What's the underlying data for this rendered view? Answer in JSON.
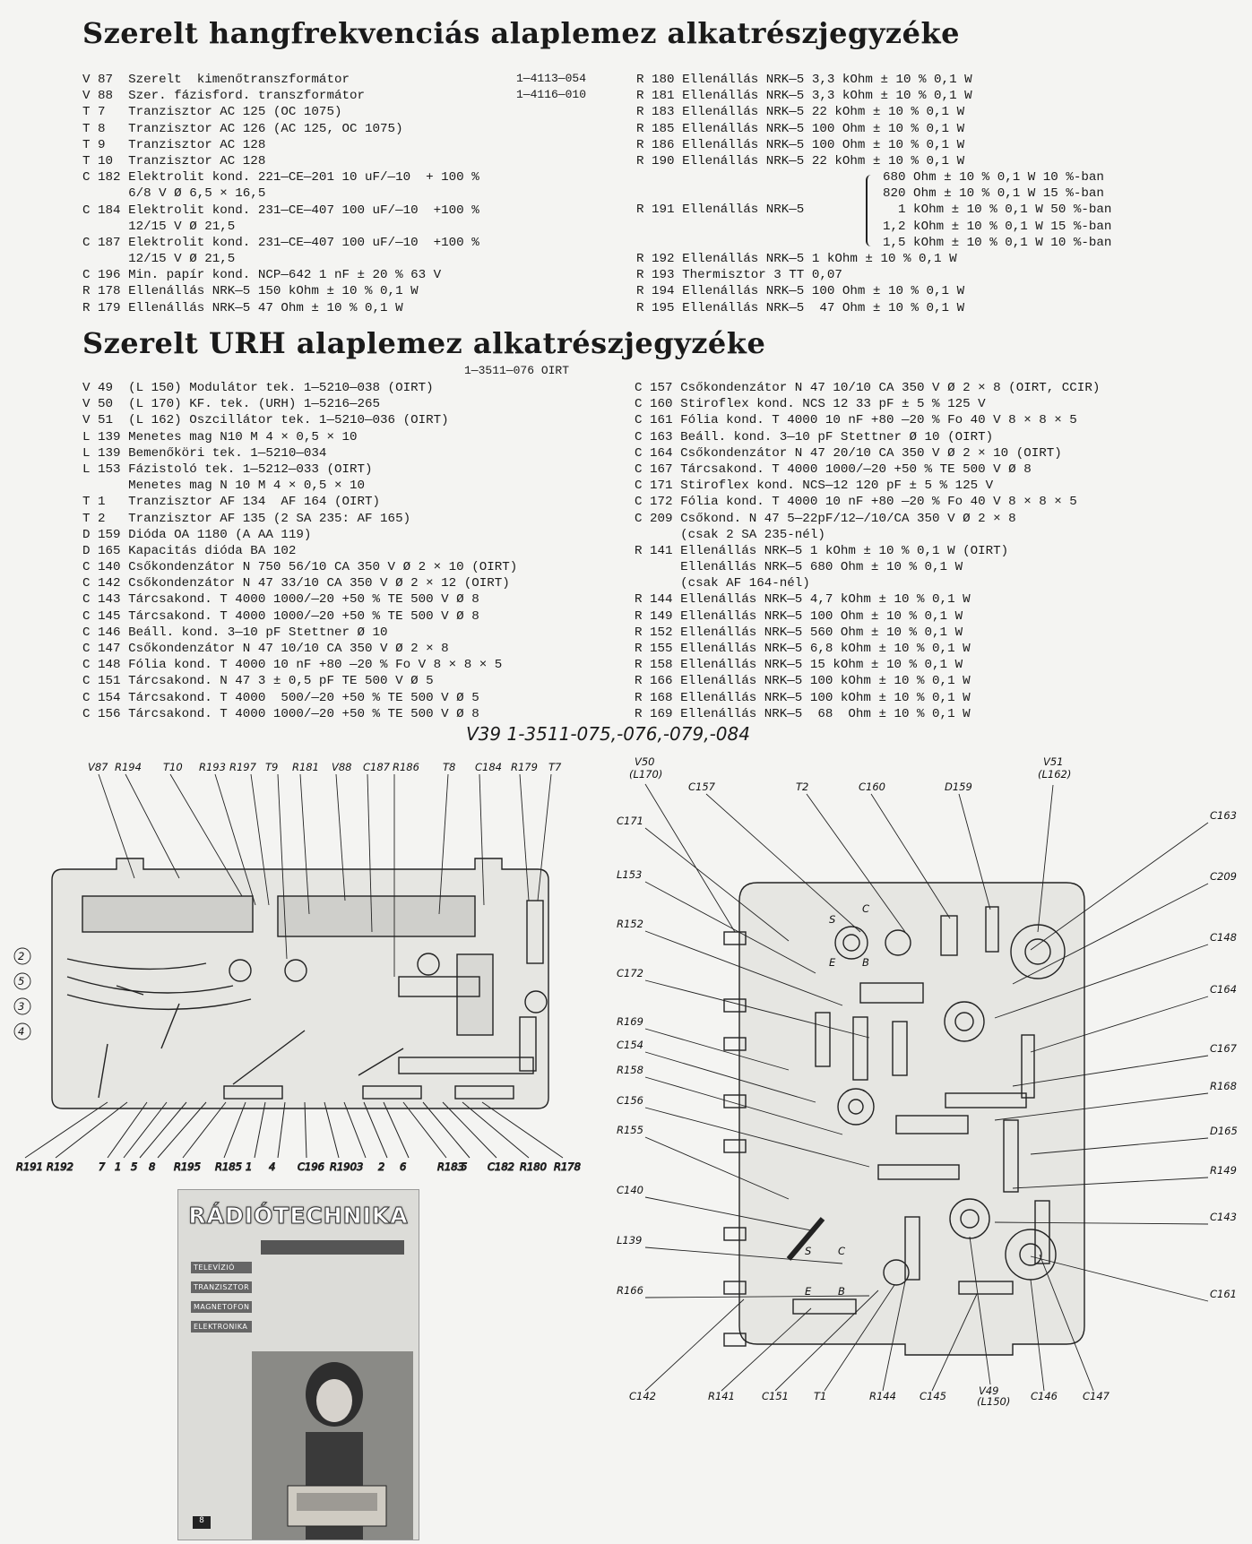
{
  "section1": {
    "title": "Szerelt hangfrekvenciás alaplemez alkatrészjegyzéke",
    "left_lines": [
      "V 87  Szerelt  kimenőtranszformátor",
      "V 88  Szer. fázisford. transzformátor",
      "T 7   Tranzisztor AC 125 (OC 1075)",
      "T 8   Tranzisztor AC 126 (AC 125, OC 1075)",
      "T 9   Tranzisztor AC 128",
      "T 10  Tranzisztor AC 128",
      "C 182 Elektrolit kond. 221—CE—201 10 uF/—10  + 100 %",
      "      6/8 V Ø 6,5 × 16,5",
      "C 184 Elektrolit kond. 231—CE—407 100 uF/—10  +100 %",
      "      12/15 V Ø 21,5",
      "C 187 Elektrolit kond. 231—CE—407 100 uF/—10  +100 %",
      "      12/15 V Ø 21,5",
      "C 196 Min. papír kond. NCP—642 1 nF ± 20 % 63 V",
      "R 178 Ellenállás NRK—5 150 kOhm ± 10 % 0,1 W",
      "R 179 Ellenállás NRK—5 47 Ohm ± 10 % 0,1 W"
    ],
    "part_numbers": [
      "1—4113—054",
      "1—4116—010"
    ],
    "right_lines": [
      "R 180 Ellenállás NRK—5 3,3 kOhm ± 10 % 0,1 W",
      "R 181 Ellenállás NRK—5 3,3 kOhm ± 10 % 0,1 W",
      "R 183 Ellenállás NRK—5 22 kOhm ± 10 % 0,1 W",
      "R 185 Ellenállás NRK—5 100 Ohm ± 10 % 0,1 W",
      "R 186 Ellenállás NRK—5 100 Ohm ± 10 % 0,1 W",
      "R 190 Ellenállás NRK—5 22 kOhm ± 10 % 0,1 W"
    ],
    "r191_label": "R 191 Ellenállás NRK—5",
    "r191_options": [
      "680 Ohm ± 10 % 0,1 W 10 %-ban",
      "820 Ohm ± 10 % 0,1 W 15 %-ban",
      "  1 kOhm ± 10 % 0,1 W 50 %-ban",
      "1,2 kOhm ± 10 % 0,1 W 15 %-ban",
      "1,5 kOhm ± 10 % 0,1 W 10 %-ban"
    ],
    "right_lines_2": [
      "R 192 Ellenállás NRK—5 1 kOhm ± 10 % 0,1 W",
      "R 193 Thermisztor 3 TT 0,07",
      "R 194 Ellenállás NRK—5 100 Ohm ± 10 % 0,1 W",
      "R 195 Ellenállás NRK—5  47 Ohm ± 10 % 0,1 W"
    ]
  },
  "section2": {
    "title": "Szerelt URH alaplemez alkatrészjegyzéke",
    "subtitle": "1—3511—076 OIRT",
    "left_lines": [
      "V 49  (L 150) Modulátor tek. 1—5210—038 (OIRT)",
      "V 50  (L 170) KF. tek. (URH) 1—5216—265",
      "V 51  (L 162) Oszcillátor tek. 1—5210—036 (OIRT)",
      "L 139 Menetes mag N10 M 4 × 0,5 × 10",
      "L 139 Bemenőköri tek. 1—5210—034",
      "L 153 Fázistoló tek. 1—5212—033 (OIRT)",
      "      Menetes mag N 10 M 4 × 0,5 × 10",
      "T 1   Tranzisztor AF 134  AF 164 (OIRT)",
      "T 2   Tranzisztor AF 135 (2 SA 235: AF 165)",
      "D 159 Dióda OA 1180 (A AA 119)",
      "D 165 Kapacitás dióda BA 102",
      "C 140 Csőkondenzátor N 750 56/10 CA 350 V Ø 2 × 10 (OIRT)",
      "C 142 Csőkondenzátor N 47 33/10 CA 350 V Ø 2 × 12 (OIRT)",
      "C 143 Tárcsakond. T 4000 1000/—20 +50 % TE 500 V Ø 8",
      "C 145 Tárcsakond. T 4000 1000/—20 +50 % TE 500 V Ø 8",
      "C 146 Beáll. kond. 3—10 pF Stettner Ø 10",
      "C 147 Csőkondenzátor N 47 10/10 CA 350 V Ø 2 × 8",
      "C 148 Fólia kond. T 4000 10 nF +80 —20 % Fo V 8 × 8 × 5",
      "C 151 Tárcsakond. N 47 3 ± 0,5 pF TE 500 V Ø 5",
      "C 154 Tárcsakond. T 4000  500/—20 +50 % TE 500 V Ø 5",
      "C 156 Tárcsakond. T 4000 1000/—20 +50 % TE 500 V Ø 8"
    ],
    "right_lines": [
      "C 157 Csőkondenzátor N 47 10/10 CA 350 V Ø 2 × 8 (OIRT, CCIR)",
      "C 160 Stiroflex kond. NCS 12 33 pF ± 5 % 125 V",
      "C 161 Fólia kond. T 4000 10 nF +80 —20 % Fo 40 V 8 × 8 × 5",
      "C 163 Beáll. kond. 3—10 pF Stettner Ø 10 (OIRT)",
      "C 164 Csőkondenzátor N 47 20/10 CA 350 V Ø 2 × 10 (OIRT)",
      "C 167 Tárcsakond. T 4000 1000/—20 +50 % TE 500 V Ø 8",
      "C 171 Stiroflex kond. NCS—12 120 pF ± 5 % 125 V",
      "C 172 Fólia kond. T 4000 10 nF +80 —20 % Fo 40 V 8 × 8 × 5",
      "C 209 Csőkond. N 47 5—22pF/12—/10/CA 350 V Ø 2 × 8",
      "      (csak 2 SA 235-nél)",
      "R 141 Ellenállás NRK—5 1 kOhm ± 10 % 0,1 W (OIRT)",
      "      Ellenállás NRK—5 680 Ohm ± 10 % 0,1 W",
      "      (csak AF 164-nél)",
      "R 144 Ellenállás NRK—5 4,7 kOhm ± 10 % 0,1 W",
      "R 149 Ellenállás NRK—5 100 Ohm ± 10 % 0,1 W",
      "R 152 Ellenállás NRK—5 560 Ohm ± 10 % 0,1 W",
      "R 155 Ellenállás NRK—5 6,8 kOhm ± 10 % 0,1 W",
      "R 158 Ellenállás NRK—5 15 kOhm ± 10 % 0,1 W",
      "R 166 Ellenállás NRK—5 100 kOhm ± 10 % 0,1 W",
      "R 168 Ellenállás NRK—5 100 kOhm ± 10 % 0,1 W",
      "R 169 Ellenállás NRK—5  68  Ohm ± 10 % 0,1 W"
    ]
  },
  "diagram_caption": "V39  1-3511-075,-076,-079,-084",
  "af_board": {
    "top_labels": [
      "V87",
      "R194",
      "T10",
      "R193",
      "R197",
      "T9",
      "R181",
      "V88",
      "C187",
      "R186",
      "T8",
      "C184",
      "R179",
      "T7"
    ],
    "bottom_labels": [
      "R191",
      "R192",
      "7",
      "1",
      "5",
      "8",
      "R195",
      "R185",
      "1",
      "4",
      "C196",
      "R190",
      "3",
      "2",
      "6",
      "R183",
      "5",
      "C182",
      "R180",
      "R178"
    ],
    "side_labels": [
      "2",
      "5",
      "3",
      "4"
    ]
  },
  "fm_board": {
    "top_labels": [
      "V50",
      "(L170)",
      "C157",
      "T2",
      "C160",
      "D159",
      "V51",
      "(L162)"
    ],
    "left_labels": [
      "C171",
      "L153",
      "R152",
      "C172",
      "R169",
      "C154",
      "R158",
      "C156",
      "R155",
      "C140",
      "L139",
      "R166"
    ],
    "right_labels": [
      "C163",
      "C209",
      "C148",
      "C164",
      "C167",
      "R168",
      "D165",
      "R149",
      "C143",
      "C161"
    ],
    "bottom_labels": [
      "C142",
      "R141",
      "C151",
      "T1",
      "R144",
      "C145",
      "V49",
      "(L150)",
      "C146",
      "C147"
    ],
    "pin_labels": [
      "S",
      "C",
      "E",
      "B",
      "S",
      "C",
      "E",
      "B"
    ]
  },
  "magazine": {
    "title": "RÁDIÓTECHNIKA",
    "side_items": [
      "TELEVÍZIÓ",
      "TRANZISZTOR",
      "MAGNETOFON",
      "ELEKTRONIKA"
    ],
    "issue": "8"
  }
}
